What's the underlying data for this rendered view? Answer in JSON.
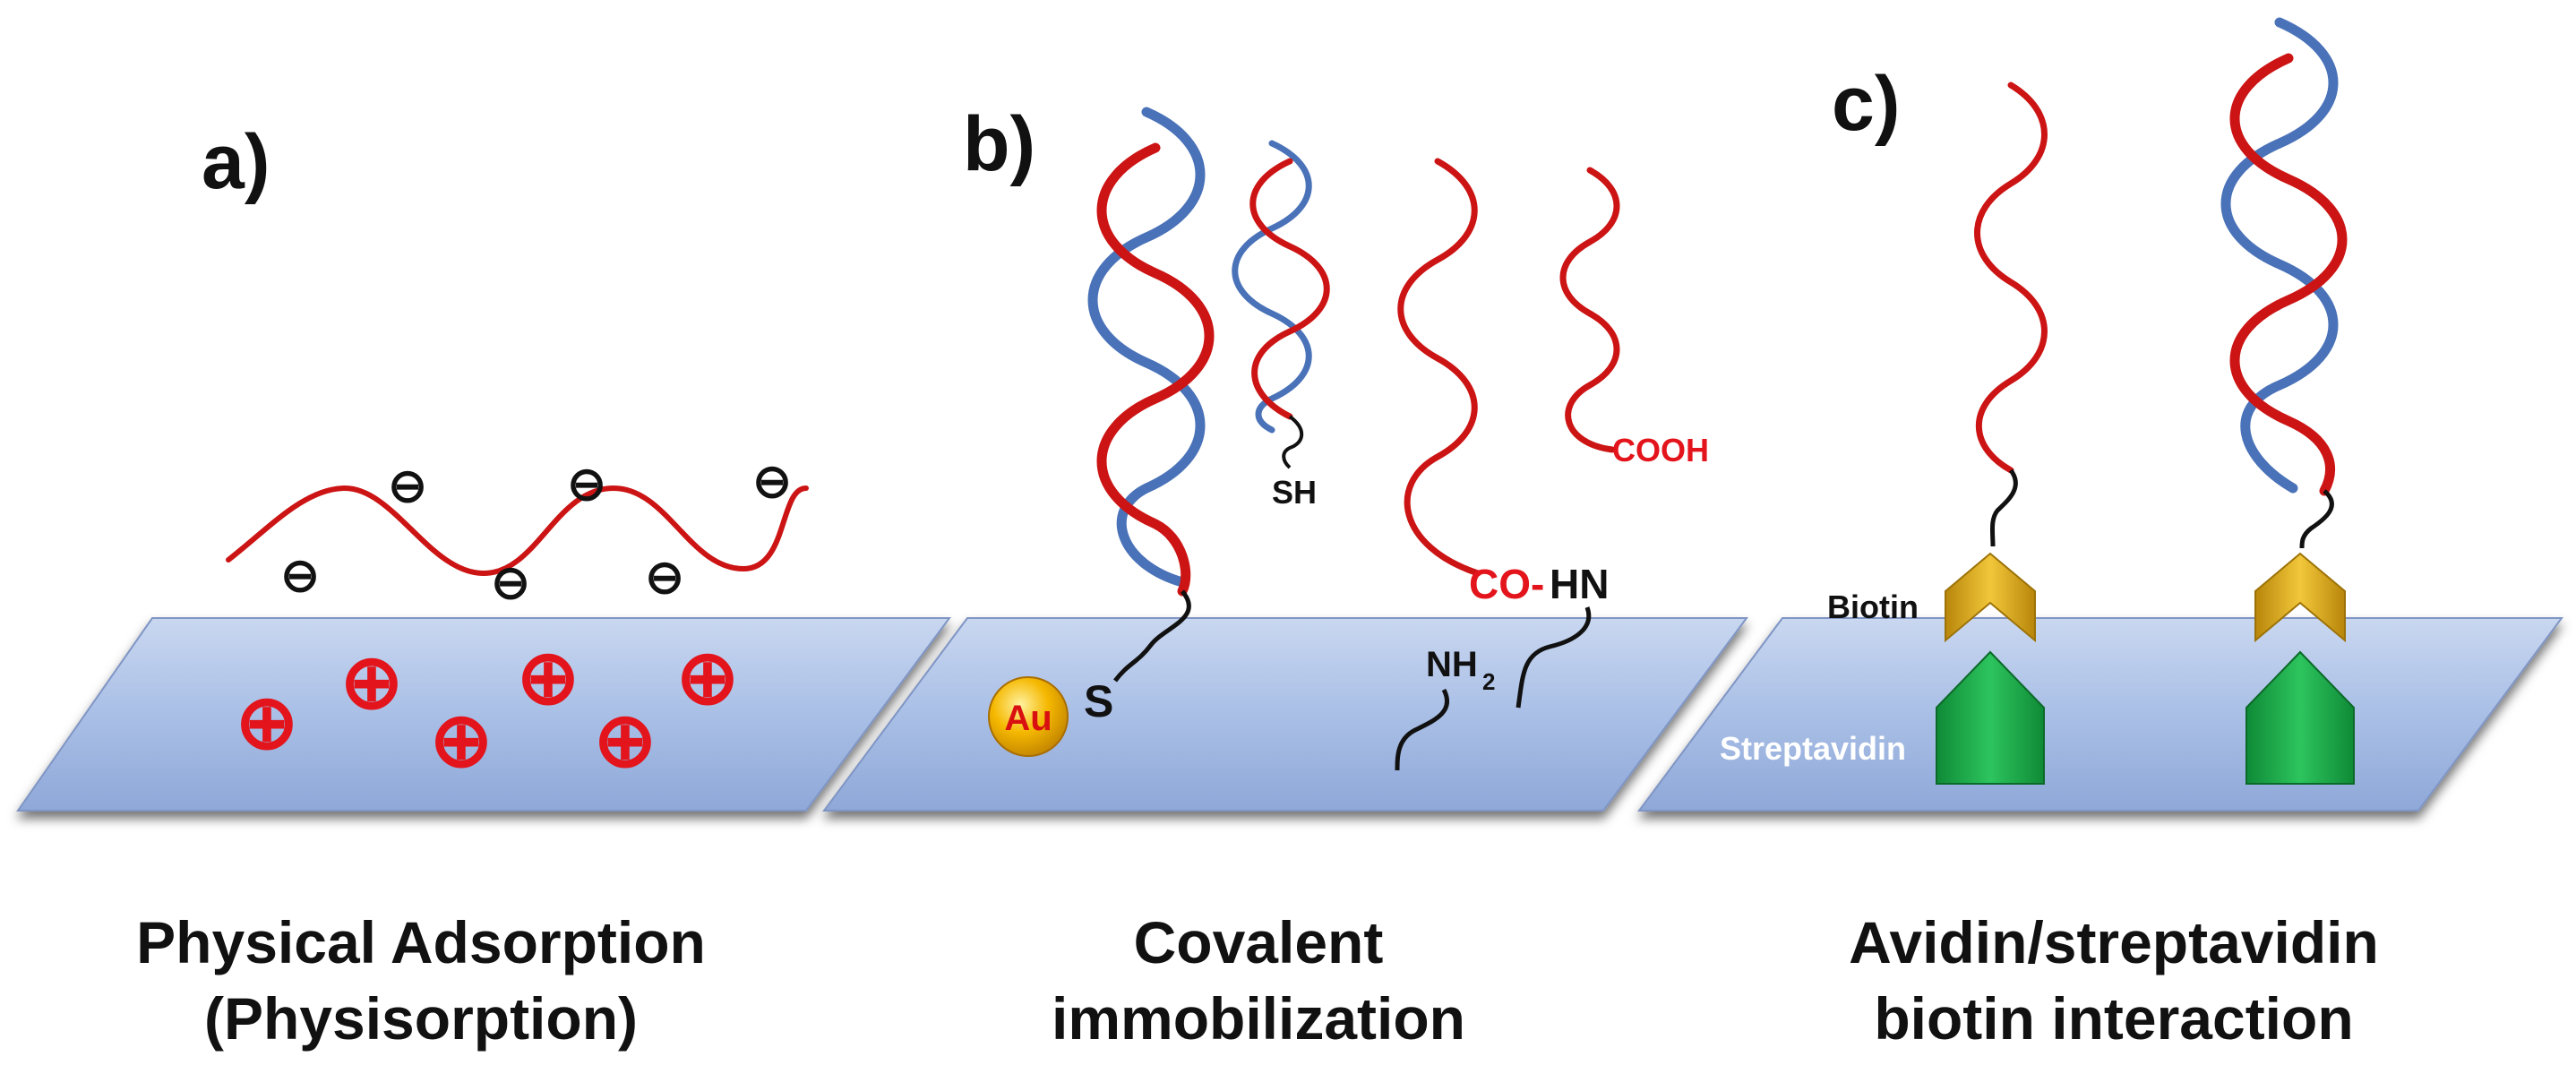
{
  "panels": [
    {
      "letter": "a)",
      "caption_line1": "Physical Adsorption",
      "caption_line2": "(Physisorption)",
      "charges": {
        "negative": "⊖",
        "positive": "⊕"
      }
    },
    {
      "letter": "b)",
      "caption_line1": "Covalent",
      "caption_line2": "immobilization",
      "labels": {
        "gold": "Au",
        "sulfur": "S",
        "thiol": "SH",
        "carboxyl": "COOH",
        "carbonyl": "CO-",
        "amide_nh": "HN",
        "amine": "NH",
        "amine_subscript": "2"
      }
    },
    {
      "letter": "c)",
      "caption_line1": "Avidin/streptavidin",
      "caption_line2": "biotin interaction",
      "labels": {
        "biotin": "Biotin",
        "streptavidin": "Streptavidin"
      }
    }
  ],
  "colors": {
    "strand_red": "#cc1414",
    "strand_blue": "#4a72b8",
    "surface": "#9db4e0",
    "charge_red": "#e3141b",
    "biotin_gold": "#d8a814",
    "streptavidin_green": "#1fb14e",
    "gold_particle": "#f5b800"
  }
}
